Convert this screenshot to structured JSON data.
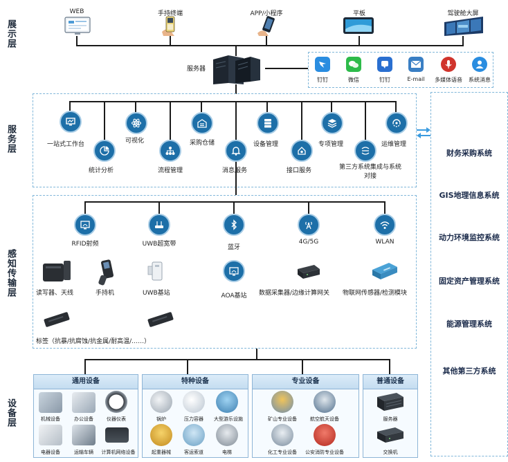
{
  "layers": {
    "display": "展示层",
    "service": "服务层",
    "transport": "感知传输层",
    "device": "设备层"
  },
  "display_devices": [
    {
      "label": "WEB",
      "icon": "monitor-icon"
    },
    {
      "label": "手持终端",
      "icon": "handheld-terminal-icon"
    },
    {
      "label": "APP/小程序",
      "icon": "smartphone-icon"
    },
    {
      "label": "平板",
      "icon": "tablet-icon"
    },
    {
      "label": "驾驶舱大屏",
      "icon": "big-screen-icon"
    }
  ],
  "server": {
    "label": "服务器",
    "icon": "server-rack-icon"
  },
  "notifications": [
    {
      "label": "钉钉",
      "icon": "dingtalk-icon",
      "color": "#2a8de0"
    },
    {
      "label": "微信",
      "icon": "wechat-icon",
      "color": "#2dbb4a"
    },
    {
      "label": "钉钉",
      "icon": "dingtalk-msg-icon",
      "color": "#2a6fd0"
    },
    {
      "label": "E-mail",
      "icon": "email-icon",
      "color": "#3a7fc4"
    },
    {
      "label": "多媒体语音",
      "icon": "microphone-icon",
      "color": "#d0342c"
    },
    {
      "label": "系统消息",
      "icon": "user-info-icon",
      "color": "#2a8de0"
    }
  ],
  "services": [
    {
      "label": "一站式工作台",
      "icon": "workbench-icon"
    },
    {
      "label": "统计分析",
      "icon": "pie-chart-icon"
    },
    {
      "label": "可视化",
      "icon": "atom-icon"
    },
    {
      "label": "流程管理",
      "icon": "flow-icon"
    },
    {
      "label": "采购仓储",
      "icon": "warehouse-icon"
    },
    {
      "label": "消息服务",
      "icon": "bell-icon"
    },
    {
      "label": "设备管理",
      "icon": "server-icon"
    },
    {
      "label": "接口服务",
      "icon": "plug-icon"
    },
    {
      "label": "专项管理",
      "icon": "layers-icon"
    },
    {
      "label": "第三方系统集成与系统对接",
      "icon": "integration-icon"
    },
    {
      "label": "运维管理",
      "icon": "cycle-icon"
    }
  ],
  "third_party_systems": [
    "财务采购系统",
    "GIS地理信息系统",
    "动力环境监控系统",
    "固定资产管理系统",
    "能源管理系统",
    "其他第三方系统"
  ],
  "transport": [
    {
      "label": "RFID射频",
      "icon": "rfid-icon"
    },
    {
      "label": "UWB超宽带",
      "icon": "router-icon"
    },
    {
      "label": "蓝牙",
      "icon": "bluetooth-icon"
    },
    {
      "label": "4G/5G",
      "icon": "signal-tower-icon"
    },
    {
      "label": "WLAN",
      "icon": "wifi-icon"
    }
  ],
  "transport_devices": {
    "reader": "读写器、天线",
    "handheld": "手持机",
    "uwb_station": "UWB基站",
    "aoa_station": "AOA基站",
    "collector": "数据采集器/边缘计算网关",
    "iot_sensor": "物联网传感器/检测模块",
    "tags": "标签（抗暴/抗腐蚀/抗金属/耐高温/……）"
  },
  "device_groups": [
    {
      "title": "通用设备",
      "items": [
        "机械设备",
        "办公设备",
        "仪器仪表",
        "电器设备",
        "运输车辆",
        "计算机网络设备"
      ]
    },
    {
      "title": "特种设备",
      "items": [
        "锅炉",
        "压力容器",
        "大型游乐设施",
        "起重器械",
        "客运索道",
        "电梯"
      ]
    },
    {
      "title": "专业设备",
      "items": [
        "矿山专业设备",
        "航空航天设备",
        "化工专业设备",
        "公安消防专业设备"
      ]
    },
    {
      "title": "普通设备",
      "items": [
        "服务器",
        "交换机"
      ]
    }
  ]
}
